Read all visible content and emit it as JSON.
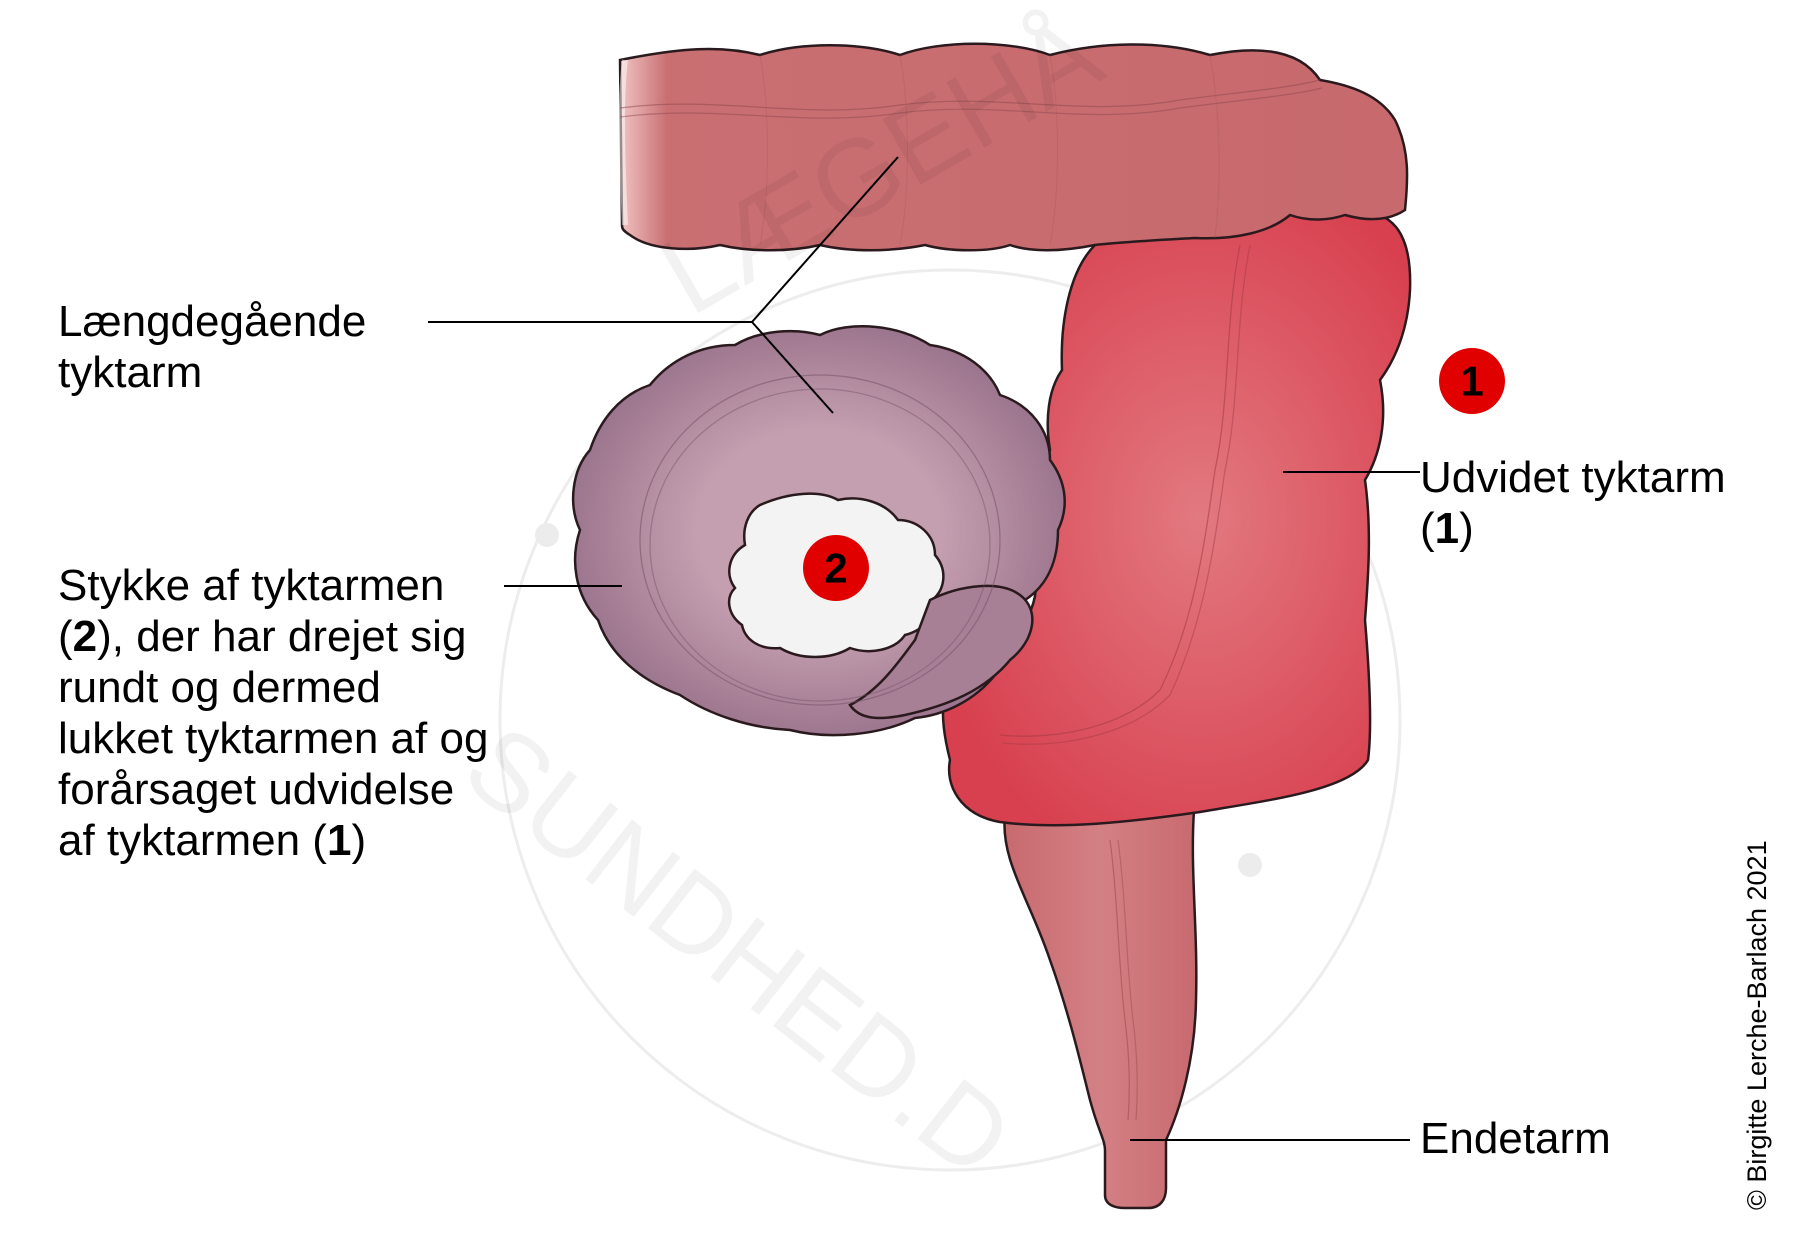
{
  "labels": {
    "laengde_l1": "Længdegående",
    "laengde_l2": "tyktarm",
    "udvidet_l1": "Udvidet tyktarm",
    "udvidet_l2_open": "(",
    "udvidet_l2_num": "1",
    "udvidet_l2_close": ")",
    "stykke_l1": "Stykke af tyktarmen",
    "stykke_l2_open": "(",
    "stykke_l2_num": "2",
    "stykke_l2_rest": "), der har drejet sig",
    "stykke_l3": "rundt og dermed",
    "stykke_l4": "lukket tyktarmen af og",
    "stykke_l5": "forårsaget udvidelse",
    "stykke_l6_pre": "af tyktarmen (",
    "stykke_l6_num": "1",
    "stykke_l6_close": ")",
    "endetarm": "Endetarm"
  },
  "markers": {
    "marker_1": "1",
    "marker_2": "2"
  },
  "credit": "© Birgitte Lerche-Barlach 2021",
  "watermark": {
    "top_text": "LÆGEHÅ",
    "bottom_text": "SUNDHED.D"
  },
  "colors": {
    "transverse_colon": "#c96f72",
    "dilated_colon": "#d94a57",
    "twisted_segment": "#a27a91",
    "rectum": "#c96f72",
    "marker": "#e00000",
    "outline": "#2a1a1e"
  }
}
